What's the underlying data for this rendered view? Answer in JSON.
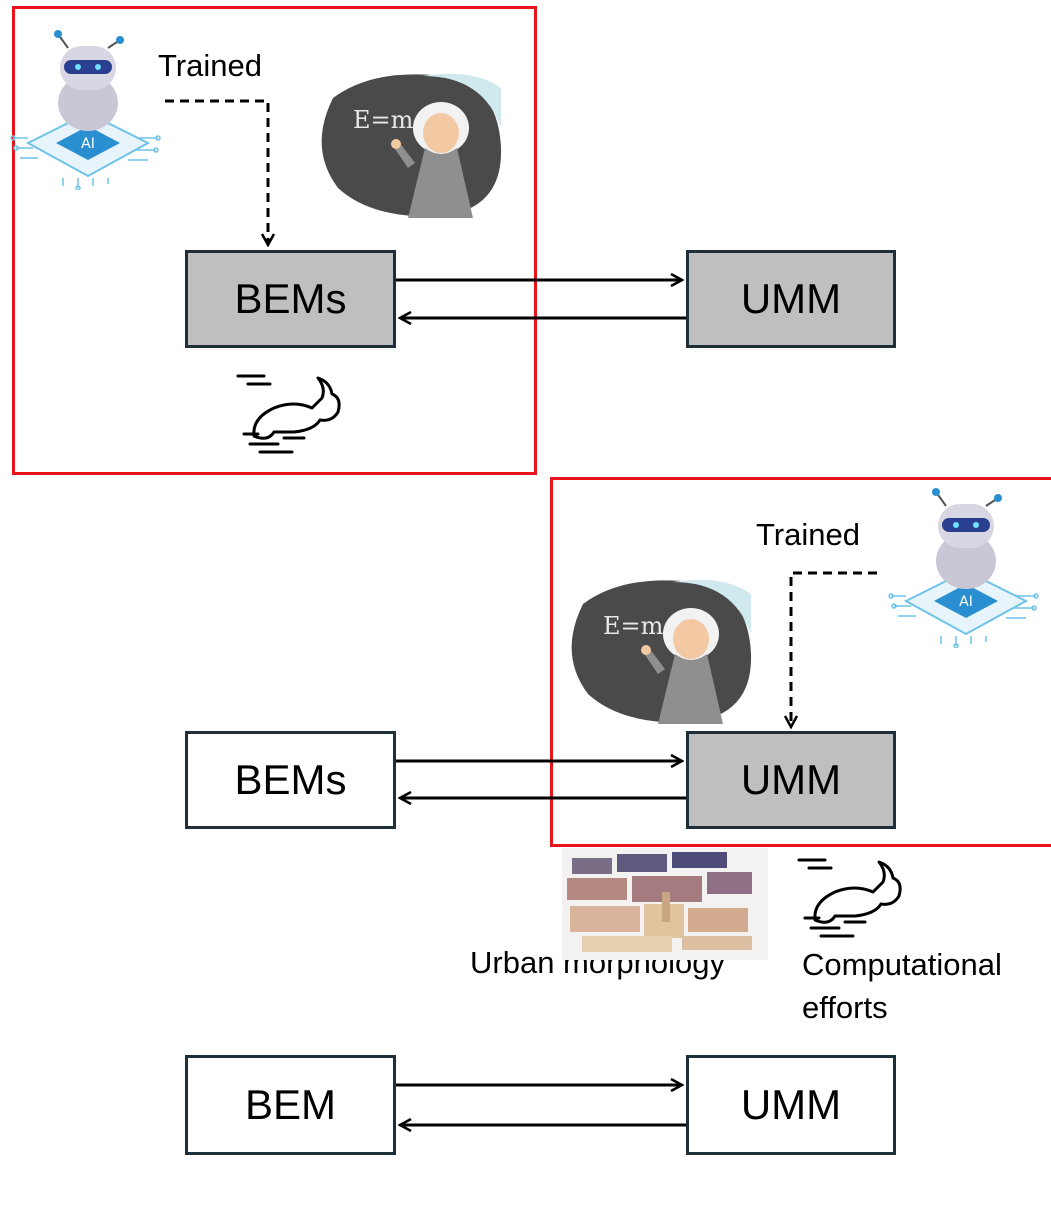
{
  "panel_top": {
    "trained_label": "Trained",
    "left_box": "BEMs",
    "right_box": "UMM"
  },
  "panel_middle": {
    "trained_label": "Trained",
    "left_box": "BEMs",
    "right_box": "UMM",
    "urban_caption": "Urban morphology",
    "computational_caption_line1": "Computational",
    "computational_caption_line2": "efforts"
  },
  "panel_bottom": {
    "left_box": "BEM",
    "right_box": "UMM"
  },
  "icons": {
    "robot": "ai-robot-chip-icon",
    "physicist": "physicist-chalkboard-icon",
    "rabbit": "running-rabbit-icon",
    "city": "urban-morphology-3d-map-icon"
  },
  "colors": {
    "highlight_frame": "#e8141c",
    "active_box_fill": "#bfbfbf",
    "box_border": "#1f2f3a"
  }
}
